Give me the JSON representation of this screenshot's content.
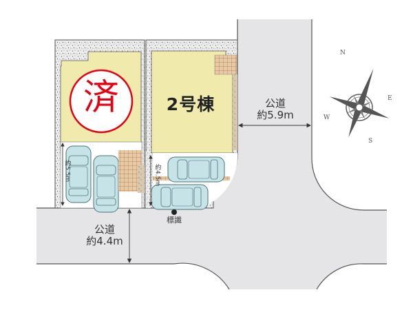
{
  "site_plan": {
    "type": "lot-site-plan",
    "colors": {
      "road": "#e5e5e7",
      "road_edge": "#555555",
      "building": "#f0ebad",
      "gravel": "#e0e0e0",
      "tile": "#e9c9a4",
      "car": "#c6e4e8",
      "sold_stamp": "#e60012"
    },
    "lots": [
      {
        "id": "lot-1",
        "status_stamp": "済",
        "status_meaning": "sold",
        "parking_spaces": 2,
        "dimension_label": "約5.5m"
      },
      {
        "id": "lot-2",
        "name": "2号棟",
        "parking_spaces": 2,
        "dimension_label": "約4.5m"
      }
    ],
    "roads": [
      {
        "id": "road-east",
        "label": "公道",
        "width_label": "約5.9m",
        "orientation": "vertical"
      },
      {
        "id": "road-south",
        "label": "公道",
        "width_label": "約4.4m",
        "orientation": "horizontal"
      }
    ],
    "marker": {
      "label": "標識",
      "icon": "marker-dot-icon"
    },
    "compass": {
      "icon": "compass-rose-icon",
      "n": "N",
      "e": "E",
      "s": "S",
      "w": "W"
    }
  }
}
